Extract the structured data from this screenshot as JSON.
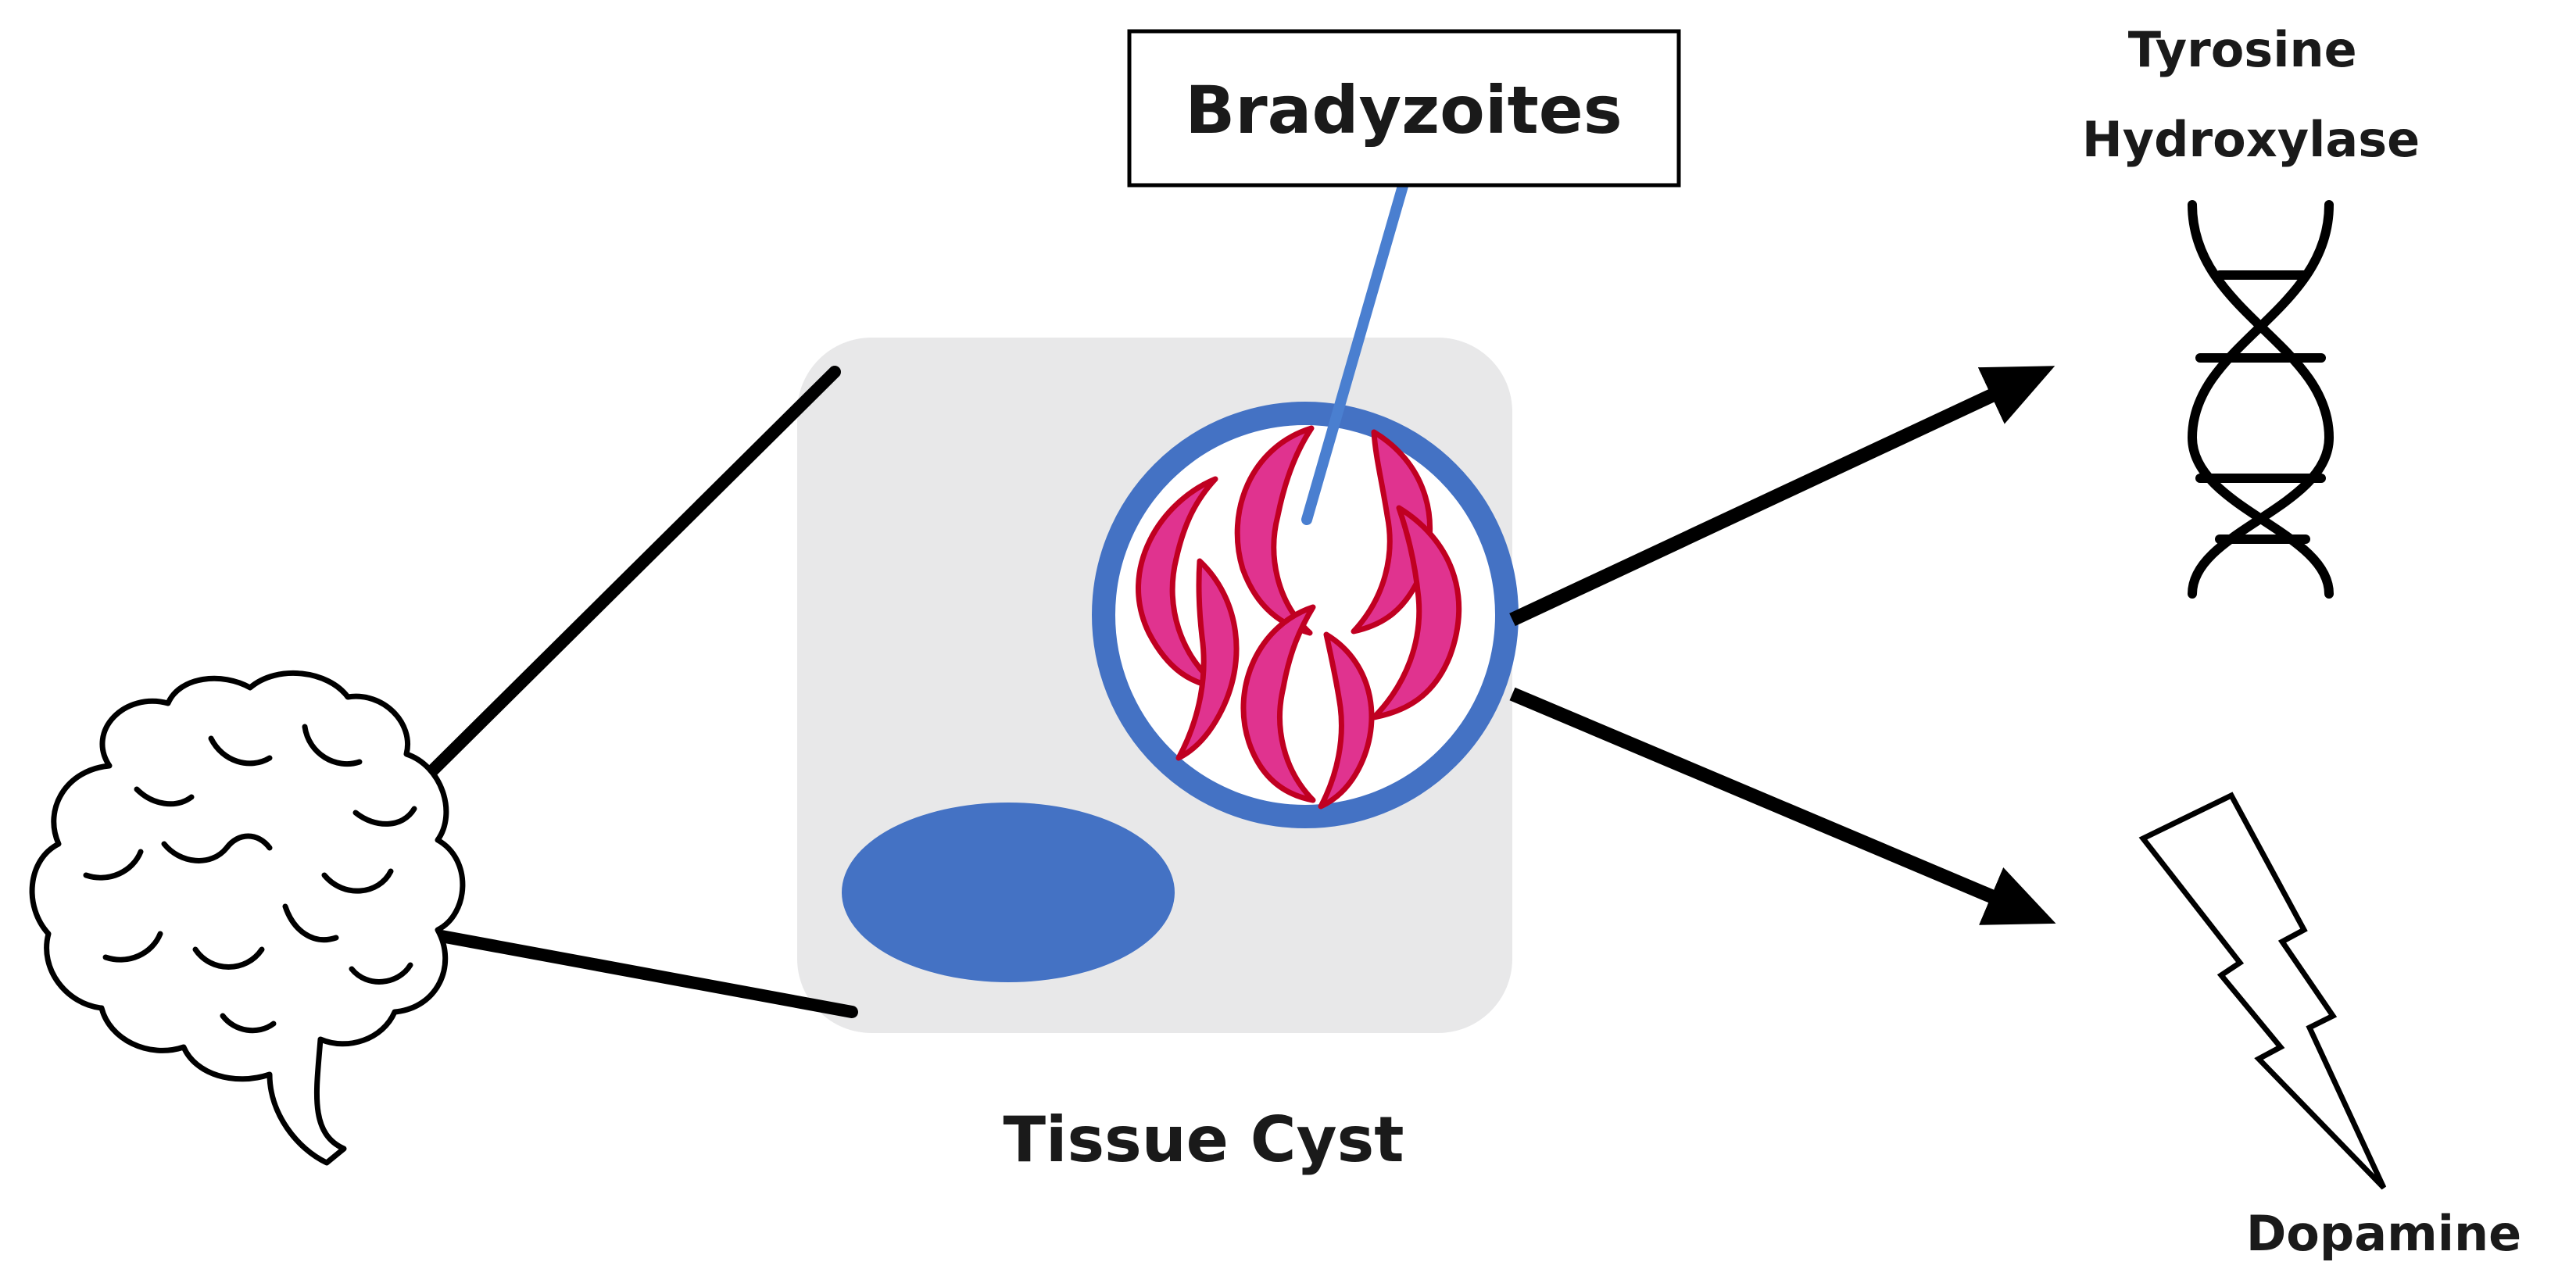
{
  "labels": {
    "bradyzoites": "Bradyzoites",
    "tissue_cyst": "Tissue Cyst",
    "tyrosine_line1": "Tyrosine",
    "tyrosine_line2": "Hydroxylase",
    "dopamine": "Dopamine"
  },
  "colors": {
    "cell_fill": "#e8e8e9",
    "cyst_wall": "#4472c4",
    "nucleus": "#4472c4",
    "bradyzoite_fill": "#e0338f",
    "bradyzoite_outline": "#c00021",
    "pointer_line": "#4a7fd0",
    "stroke": "#000000"
  },
  "icons": {
    "brain": "brain-icon",
    "dna": "dna-icon",
    "dopamine": "lightning-bolt-icon"
  }
}
